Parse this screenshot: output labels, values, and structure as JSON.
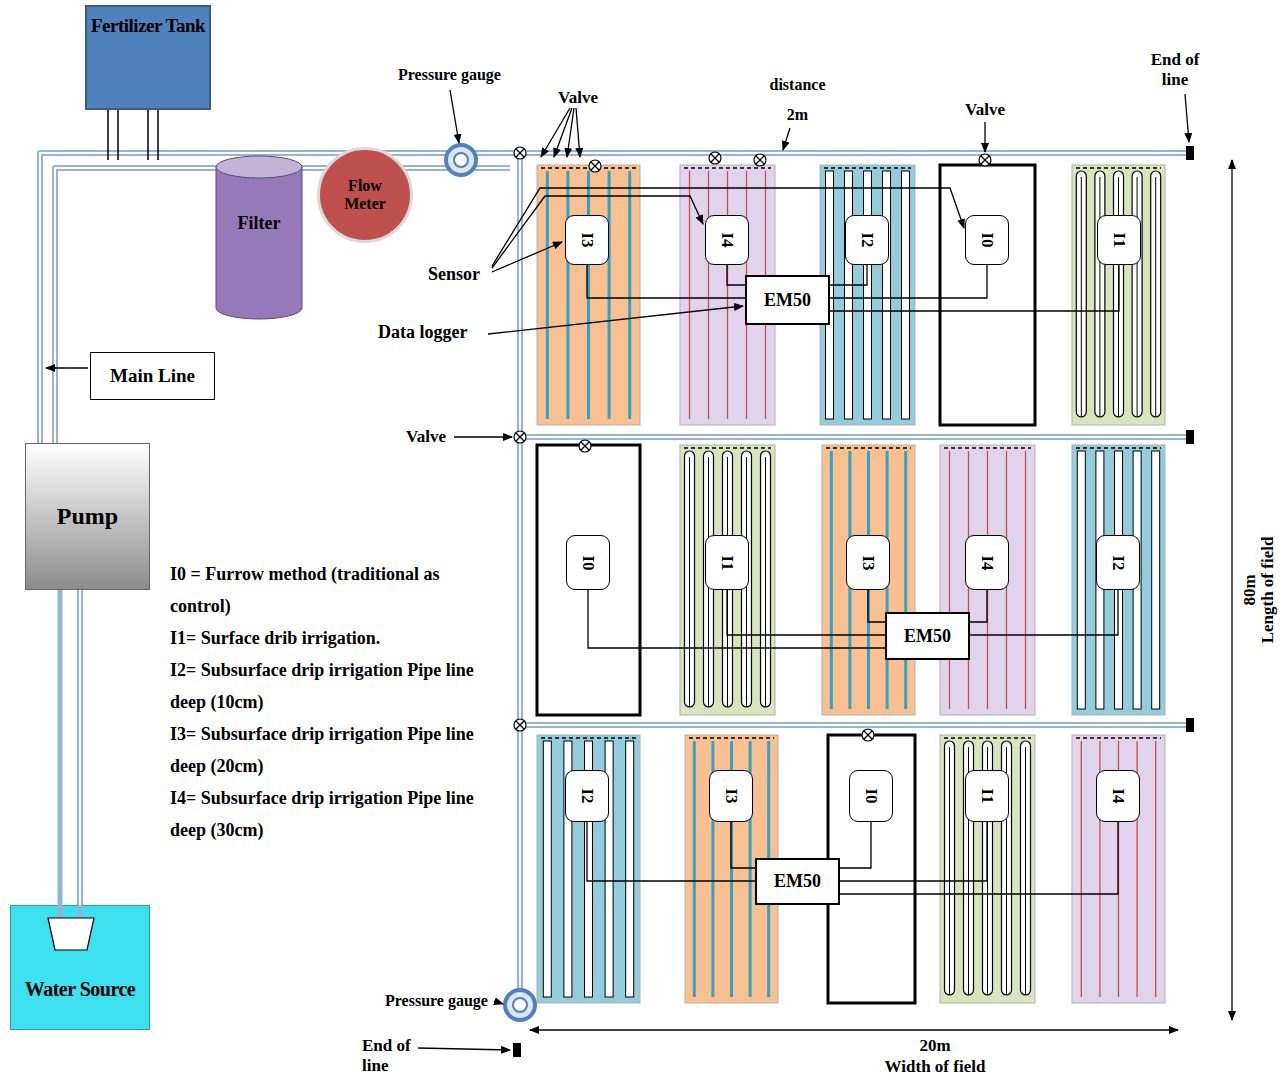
{
  "diagram": {
    "nodes": [
      {
        "text": [
          "Fertilizer Tank"
        ]
      },
      {
        "text": [
          "Filter"
        ]
      },
      {
        "text": [
          "Flow Meter"
        ]
      },
      {
        "text": [
          "Main Line"
        ]
      },
      {
        "text": [
          "Pump"
        ]
      },
      {
        "text": [
          "Water Source"
        ]
      },
      {
        "text": [
          "I3"
        ]
      },
      {
        "text": [
          "I4"
        ]
      },
      {
        "text": [
          "I2"
        ]
      },
      {
        "text": [
          "I0"
        ]
      },
      {
        "text": [
          "I1"
        ]
      },
      {
        "text": [
          "EM50"
        ]
      },
      {
        "text": [
          "I0"
        ]
      },
      {
        "text": [
          "I1"
        ]
      },
      {
        "text": [
          "I3"
        ]
      },
      {
        "text": [
          "I4"
        ]
      },
      {
        "text": [
          "I2"
        ]
      },
      {
        "text": [
          "EM50"
        ]
      },
      {
        "text": [
          "I2"
        ]
      },
      {
        "text": [
          "I3"
        ]
      },
      {
        "text": [
          "I0"
        ]
      },
      {
        "text": [
          "I1"
        ]
      },
      {
        "text": [
          "I4"
        ]
      },
      {
        "text": [
          "EM50"
        ]
      }
    ],
    "edges": [
      {
        "from": 4,
        "to": 5,
        "arrow": "none"
      },
      {
        "from": 6,
        "to": 11,
        "arrow": "none"
      },
      {
        "from": 7,
        "to": 11,
        "arrow": "none"
      },
      {
        "from": 8,
        "to": 11,
        "arrow": "none"
      },
      {
        "from": 9,
        "to": 11,
        "arrow": "none"
      },
      {
        "from": 10,
        "to": 11,
        "arrow": "none"
      },
      {
        "from": 12,
        "to": 17,
        "arrow": "none"
      },
      {
        "from": 13,
        "to": 17,
        "arrow": "none"
      },
      {
        "from": 14,
        "to": 17,
        "arrow": "none"
      },
      {
        "from": 15,
        "to": 17,
        "arrow": "none"
      },
      {
        "from": 16,
        "to": 17,
        "arrow": "none"
      },
      {
        "from": 18,
        "to": 23,
        "arrow": "none"
      },
      {
        "from": 19,
        "to": 23,
        "arrow": "none"
      },
      {
        "from": 20,
        "to": 23,
        "arrow": "none"
      },
      {
        "from": 21,
        "to": 23,
        "arrow": "none"
      },
      {
        "from": 22,
        "to": 23,
        "arrow": "none"
      }
    ],
    "labels": [
      "Pressure gauge",
      "Valve",
      "distance",
      "2m",
      "Valve",
      "End of line",
      "Sensor",
      "Data logger",
      "Valve",
      "I0 = Furrow method (traditional as control)",
      "I1= Surface drib irrigation.",
      "I2= Subsurface drip irrigation Pipe line deep (10cm)",
      "I3= Subsurface drip irrigation Pipe line deep (20cm)",
      "I4= Subsurface drip irrigation Pipe line deep (30cm)",
      "80m",
      "Length of field",
      "Pressure gauge",
      "End of line",
      "20m",
      "Width of field"
    ]
  }
}
